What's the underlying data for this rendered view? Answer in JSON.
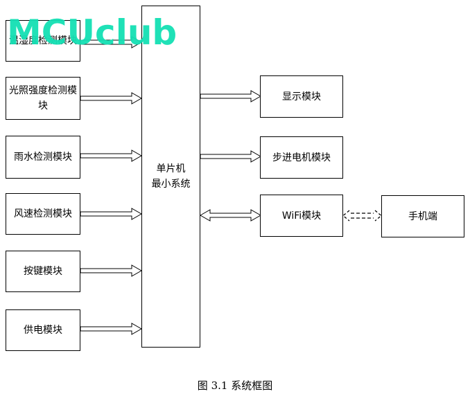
{
  "inputs": [
    "温湿度检测模块",
    "光照强度检测模块",
    "雨水检测模块",
    "风速检测模块",
    "按键模块",
    "供电模块"
  ],
  "mcu": {
    "line1": "单片机",
    "line2": "最小系统"
  },
  "outputs": [
    "显示模块",
    "步进电机模块"
  ],
  "wifi": "WiFi模块",
  "phone": "手机端",
  "caption": "图 3.1  系统框图",
  "watermark": "MCUclub",
  "colors": {
    "watermark": "#14e0b4",
    "line": "#000000"
  }
}
